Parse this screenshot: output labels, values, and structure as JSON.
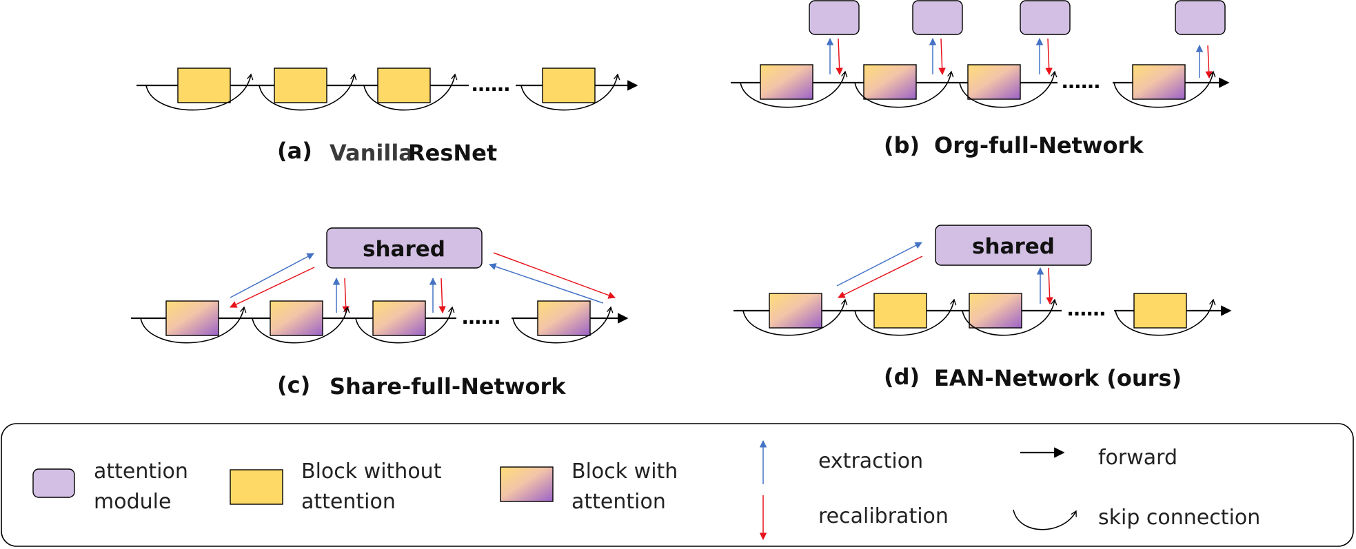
{
  "captions": {
    "a_label": "(a)",
    "a_title_gray": "Vanilla",
    "a_title_rest": " ResNet",
    "b_label": "(b)",
    "b_title": "Org-full-Network",
    "c_label": "(c)",
    "c_title": "Share-full-Network",
    "d_label": "(d)",
    "d_title": "EAN-Network (ours)"
  },
  "shared_label": "shared",
  "ellipsis": "……",
  "legend": {
    "attention_line1": "attention",
    "attention_line2": "module",
    "block_without_line1": "Block without",
    "block_without_line2": "attention",
    "block_with_line1": "Block with",
    "block_with_line2": "attention",
    "extraction": "extraction",
    "recalibration": "recalibration",
    "forward": "forward",
    "skip": "skip connection"
  },
  "colors": {
    "attention_module": "#d2bfe3",
    "block_without": "#ffd966",
    "block_with_start": "#ffdd78",
    "block_with_end": "#9a62c8",
    "extraction_arrow": "#4472c4",
    "recalibration_arrow": "#e8121b",
    "line": "#000000"
  }
}
